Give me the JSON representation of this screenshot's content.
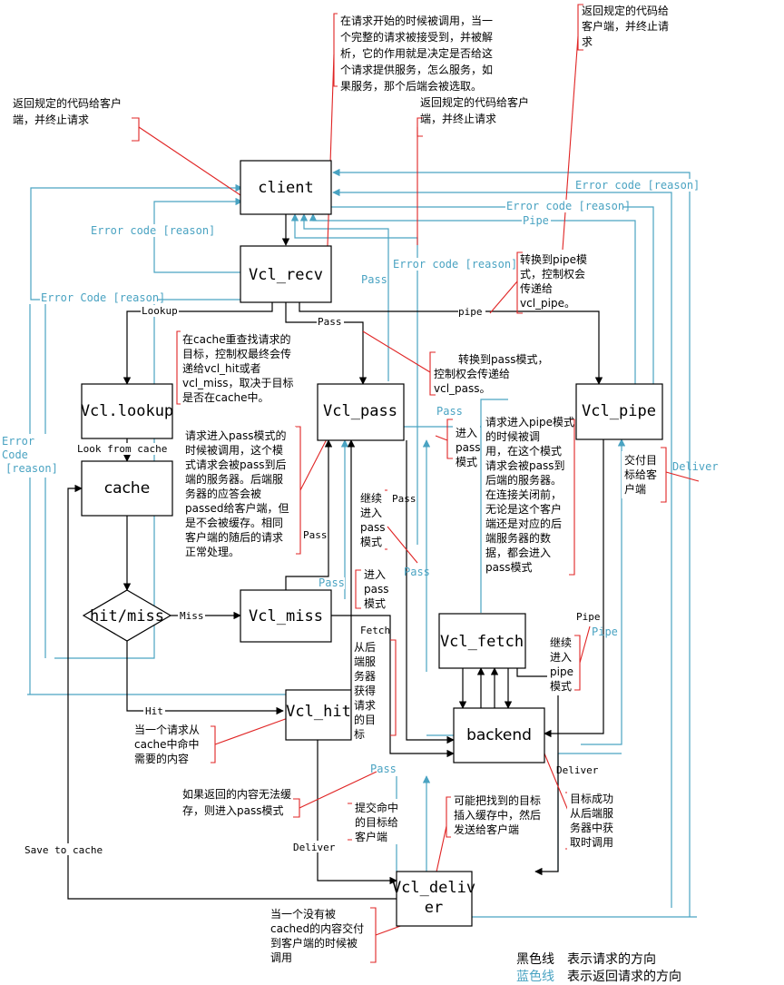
{
  "nodes": {
    "client": "client",
    "vcl_recv": "Vcl_recv",
    "vcl_lookup": "Vcl.lookup",
    "cache": "cache",
    "vcl_pass": "Vcl_pass",
    "vcl_pipe": "Vcl_pipe",
    "hit_miss": "hit/miss",
    "vcl_miss": "Vcl_miss",
    "vcl_fetch": "Vcl_fetch",
    "vcl_hit": "Vcl_hit",
    "backend": "backend",
    "vcl_deliver_1": "Vcl_deliv",
    "vcl_deliver_2": "er"
  },
  "edge_labels": {
    "lookup": "Lookup",
    "pass_recv": "Pass",
    "pipe_recv": "pipe",
    "look_from_cache": "Look from cache",
    "miss": "Miss",
    "hit": "Hit",
    "pass_cache": "Pass",
    "pass_lookup_right": "Pass",
    "fetch": "Fetch",
    "pipe_right": "Pipe",
    "deliver_backend": "Deliver",
    "deliver_hit": "Deliver",
    "save_to_cache": "Save to cache",
    "pass_note": "Pass"
  },
  "return_labels": {
    "error_code_reason_recv": "Error code [reason]",
    "error_code_reason_pass": "Error code [reason]",
    "error_code_reason_top": "Error code [reason]",
    "error_code_reason_pipe": "Error code [reason]",
    "error_code_reason_left_1": "Error Code [reason]",
    "error_left_1": "Error",
    "error_left_2": "Code",
    "error_left_3": "[reason]",
    "pipe_top": "Pipe",
    "pass_recv": "Pass",
    "pass_pass_1": "Pass",
    "pass_pass_2": "Pass",
    "pass_miss": "Pass",
    "pipe_fetch": "Pipe",
    "deliver_right": "Deliver",
    "pass_hit": "Pass"
  },
  "notes": {
    "top_center": [
      "在请求开始的时候被调用，当一",
      "个完整的请求被接受到，并被解",
      "析，它的作用就是决定是否给这",
      "个请求提供服务，怎么服务，如",
      "果服务，那个后端会被选取。"
    ],
    "top_right": [
      "返回规定的代码给",
      "客户端，并终止请",
      "求"
    ],
    "top_left": [
      "返回规定的代码给客户",
      "端，并终止请求"
    ],
    "mid_top": [
      "返回规定的代码给客户",
      "端，并终止请求"
    ],
    "to_pipe": [
      "转换到pipe模",
      "式，控制权会",
      "传递给",
      "vcl_pipe。"
    ],
    "lookup": [
      "在cache重查找请求的",
      "目标，控制权最终会传",
      "递给vcl_hit或者",
      "vcl_miss，取决于目标",
      "是否在cache中。"
    ],
    "to_pass": [
      "转换到pass模式，",
      "控制权会传递给",
      "vcl_pass。"
    ],
    "pass_desc": [
      "请求进入pass模式的",
      "时候被调用，这个模",
      "式请求会被pass到后",
      "端的服务器。后端服",
      "务器的应答会被",
      "passed给客户端，但",
      "是不会被缓存。相同",
      "客户端的随后的请求",
      "正常处理。"
    ],
    "enter_pass_1": [
      "进入",
      "pass",
      "模式"
    ],
    "pipe_desc": [
      "请求进入pipe模式",
      "的时候被调",
      "用，在这个模式",
      "请求会被pass到",
      "后端的服务器。",
      "在连接关闭前，",
      "无论是这个客户",
      "端还是对应的后",
      "端服务器的数",
      "据，都会进入",
      "pass模式"
    ],
    "deliver_client": [
      "交付目",
      "标给客",
      "户端"
    ],
    "continue_pass": [
      "继续",
      "进入",
      "pass",
      "模式"
    ],
    "enter_pass_2": [
      "进入",
      "pass",
      "模式"
    ],
    "fetch_desc": [
      "从后",
      "端服",
      "务器",
      "获得",
      "请求",
      "的目",
      "标"
    ],
    "continue_pipe": [
      "继续",
      "进入",
      "pipe",
      "模式"
    ],
    "hit_desc": [
      "当一个请求从",
      "cache中命中",
      "需要的内容"
    ],
    "no_cache": [
      "如果返回的内容无法缓",
      "存，则进入pass模式"
    ],
    "submit": [
      "提交命中",
      "的目标给",
      "客户端"
    ],
    "may_cache": [
      "可能把找到的目标",
      "插入缓存中，然后",
      "发送给客户端"
    ],
    "fetch_success": [
      "目标成功",
      "从后端服",
      "务器中获",
      "取时调用"
    ],
    "deliver_desc": [
      "当一个没有被",
      "cached的内容交付",
      "到客户端的时候被",
      "调用"
    ]
  },
  "legend": {
    "black_label": "黑色线",
    "black_text": "表示请求的方向",
    "blue_label": "蓝色线",
    "blue_text": "表示返回请求的方向",
    "black_color": "#000000",
    "blue_color": "#4aa3c2",
    "note_line_color": "#e02424"
  }
}
